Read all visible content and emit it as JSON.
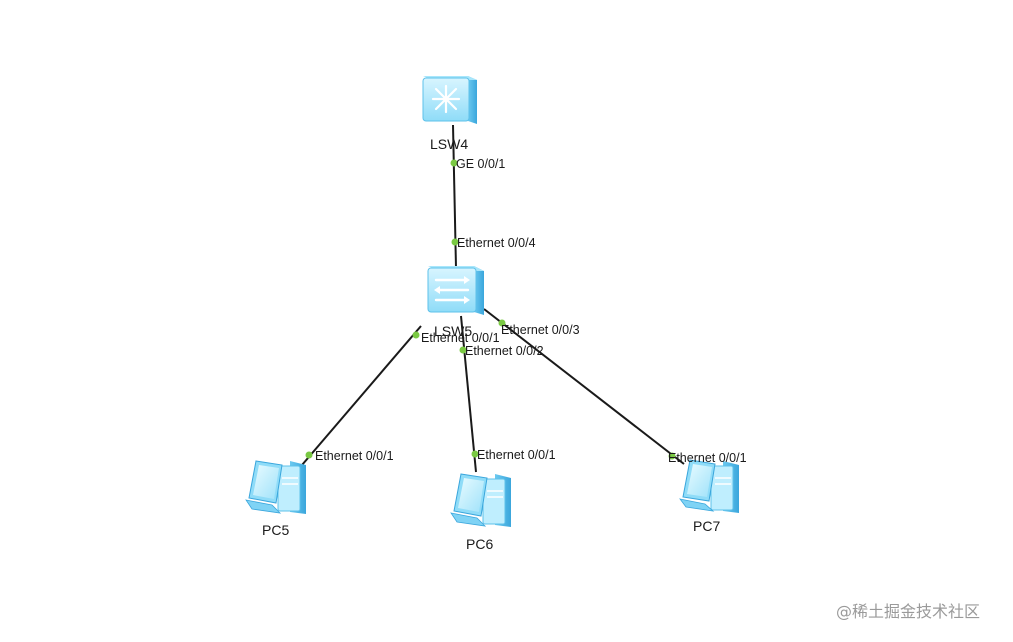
{
  "devices": {
    "lsw4": {
      "label": "LSW4",
      "icon": "core-switch-icon"
    },
    "lsw5": {
      "label": "LSW5",
      "icon": "access-switch-icon"
    },
    "pc5": {
      "label": "PC5",
      "icon": "pc-icon"
    },
    "pc6": {
      "label": "PC6",
      "icon": "pc-icon"
    },
    "pc7": {
      "label": "PC7",
      "icon": "pc-icon"
    }
  },
  "links": [
    {
      "from": "LSW4",
      "to": "LSW5",
      "from_port": "GE 0/0/1",
      "to_port": "Ethernet 0/0/4"
    },
    {
      "from": "LSW5",
      "to": "PC5",
      "from_port": "Ethernet 0/0/1",
      "to_port": "Ethernet 0/0/1"
    },
    {
      "from": "LSW5",
      "to": "PC6",
      "from_port": "Ethernet 0/0/2",
      "to_port": "Ethernet 0/0/1"
    },
    {
      "from": "LSW5",
      "to": "PC7",
      "from_port": "Ethernet 0/0/3",
      "to_port": "Ethernet 0/0/1"
    }
  ],
  "watermark": "@稀土掘金技术社区",
  "colors": {
    "link": "#1a1a1a",
    "port_dot": "#7ac943",
    "device_light": "#c9f0ff",
    "device_mid": "#7fd3f5",
    "device_dark": "#3aa6dc"
  }
}
